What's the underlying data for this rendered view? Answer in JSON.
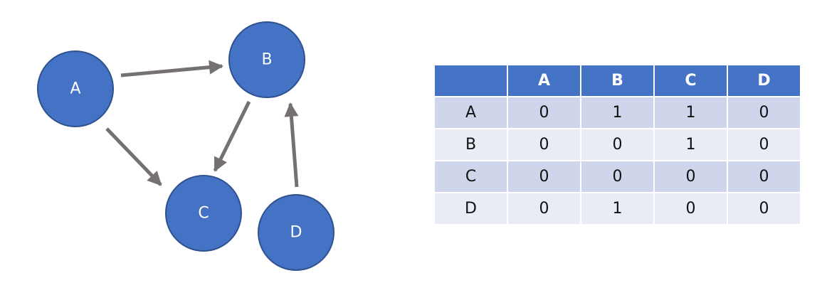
{
  "graph": {
    "node_color": "#4472c4",
    "edge_color": "#767171",
    "nodes": [
      {
        "id": "A",
        "label": "A"
      },
      {
        "id": "B",
        "label": "B"
      },
      {
        "id": "C",
        "label": "C"
      },
      {
        "id": "D",
        "label": "D"
      }
    ],
    "edges": [
      {
        "from": "A",
        "to": "B"
      },
      {
        "from": "A",
        "to": "C"
      },
      {
        "from": "B",
        "to": "C"
      },
      {
        "from": "D",
        "to": "B"
      }
    ]
  },
  "matrix": {
    "header_color": "#4472c4",
    "row_color_odd": "#cfd5ea",
    "row_color_even": "#e9ebf5",
    "corner": "",
    "columns": [
      "A",
      "B",
      "C",
      "D"
    ],
    "rows": [
      {
        "label": "A",
        "cells": [
          "0",
          "1",
          "1",
          "0"
        ]
      },
      {
        "label": "B",
        "cells": [
          "0",
          "0",
          "1",
          "0"
        ]
      },
      {
        "label": "C",
        "cells": [
          "0",
          "0",
          "0",
          "0"
        ]
      },
      {
        "label": "D",
        "cells": [
          "0",
          "1",
          "0",
          "0"
        ]
      }
    ]
  }
}
